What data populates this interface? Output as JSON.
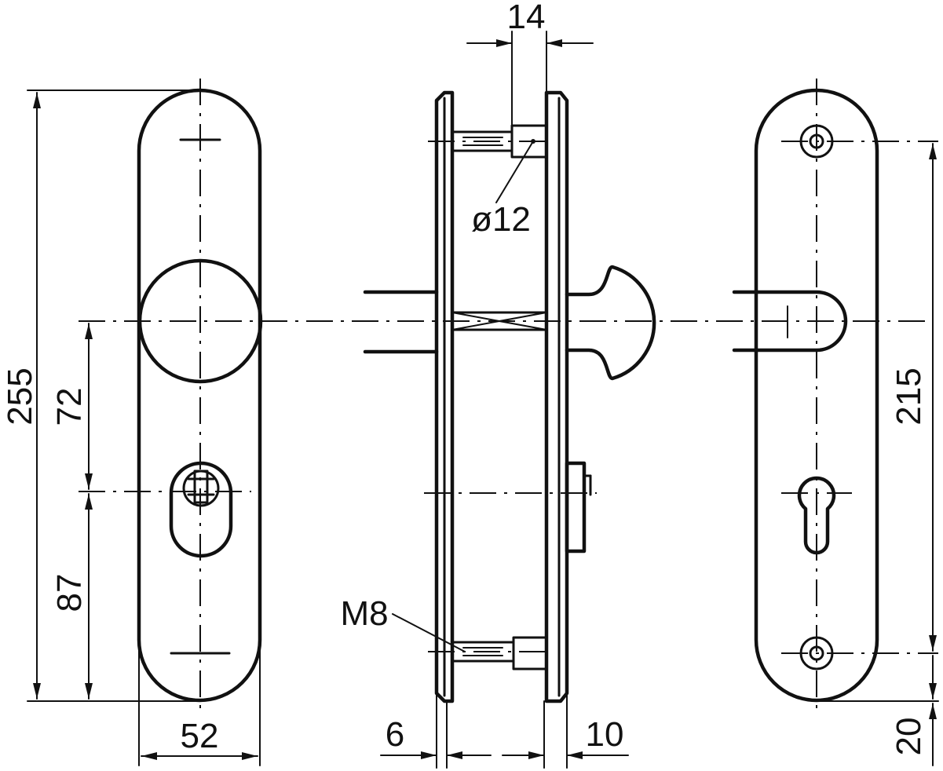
{
  "labels": {
    "overall_height": "255",
    "upper_distance": "72",
    "lower_distance": "87",
    "plate_width": "52",
    "spindle_offset": "14",
    "screw_diameter": "ø12",
    "thread": "M8",
    "inner_plate_thickness": "6",
    "outer_plate_thickness": "10",
    "hole_spacing": "215",
    "hole_edge_offset": "20"
  },
  "colors": {
    "line": "#111111",
    "background": "#ffffff"
  }
}
